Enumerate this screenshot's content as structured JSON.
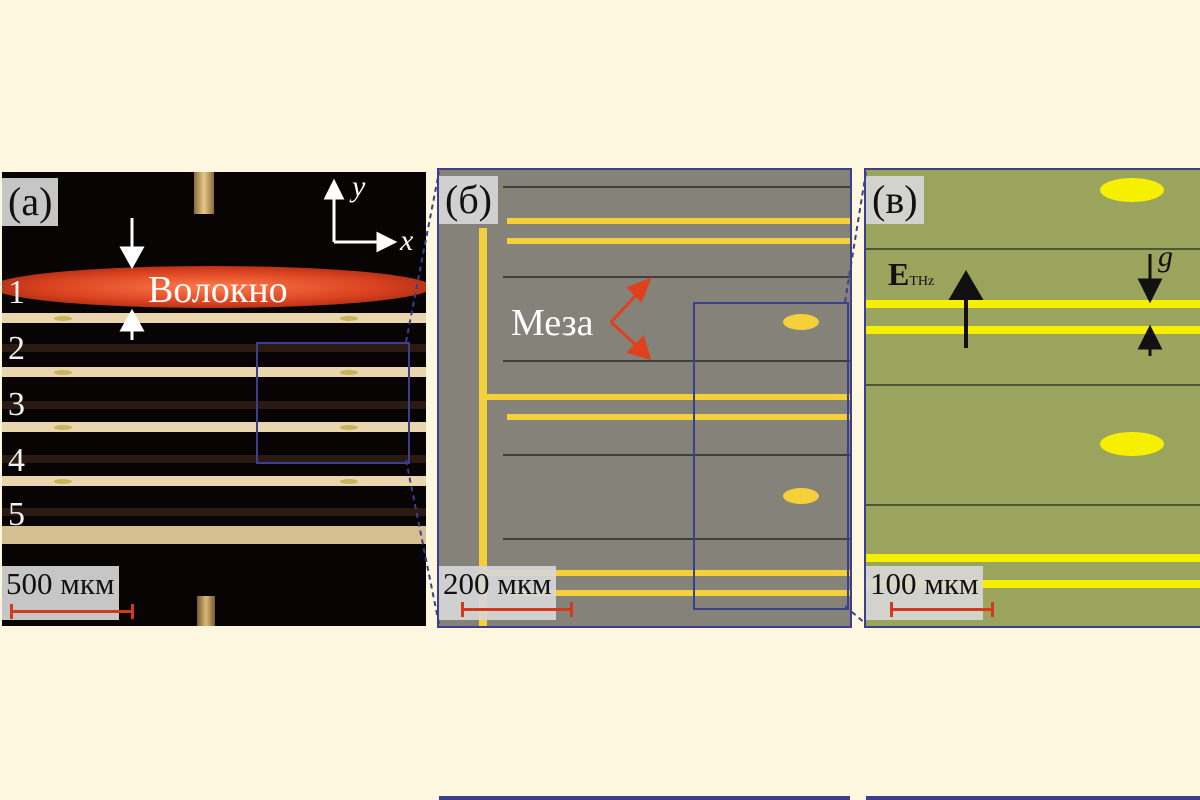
{
  "panel_a": {
    "tag": "(а)",
    "axis_y": "y",
    "axis_x": "x",
    "fiber_label": "Волокно",
    "rows": [
      "1",
      "2",
      "3",
      "4",
      "5"
    ],
    "scale": "500 мкм"
  },
  "panel_b": {
    "tag": "(б)",
    "mesa_label": "Меза",
    "scale": "200 мкм"
  },
  "panel_c": {
    "tag": "(в)",
    "field_label": "E",
    "field_sub": "THz",
    "gap_label": "g",
    "scale": "100 мкм"
  },
  "colors": {
    "background": "#fdf7df",
    "frame": "#3b3f8e",
    "gold": "#f4d03a",
    "fiber": "#d8401f",
    "arrow_red": "#e0401c"
  }
}
